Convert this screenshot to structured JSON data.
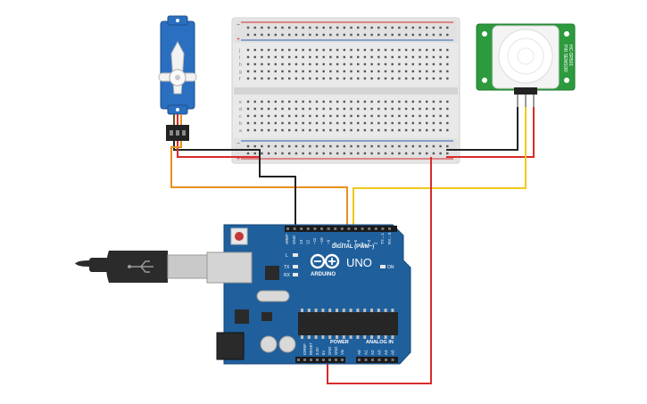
{
  "board": {
    "logo_text": "ARDUINO",
    "model": "UNO",
    "digital_label": "DIGITAL (PWM~)",
    "power_label": "POWER",
    "analog_label": "ANALOG IN",
    "on_label": "ON",
    "l_label": "L",
    "tx_label": "TX",
    "rx_label": "RX",
    "aref_label": "AREF",
    "gnd_label": "GND",
    "digital_pins": [
      "13",
      "12",
      "~11",
      "~10",
      "~9",
      "8",
      "7",
      "~6",
      "~5",
      "4",
      "~3",
      "2",
      "TX→1",
      "RX←0"
    ],
    "power_pins": [
      "IOREF",
      "RESET",
      "3.3V",
      "5V",
      "GND",
      "GND",
      "Vin"
    ],
    "analog_pins": [
      "A0",
      "A1",
      "A2",
      "A3",
      "A4",
      "A5"
    ]
  },
  "pir_sensor": {
    "label_1": "PIR SENSOR",
    "label_2": "HC-SR501"
  },
  "breadboard": {
    "row_letters_top": [
      "j",
      "i",
      "h",
      "g",
      "f"
    ],
    "row_letters_bottom": [
      "e",
      "d",
      "c",
      "b",
      "a"
    ],
    "plus": "+",
    "minus": "−"
  },
  "colors": {
    "board": "#1f5f9c",
    "wire_black": "#222222",
    "wire_red": "#d92b2b",
    "wire_orange": "#e8901c",
    "wire_yellow": "#f2c81a",
    "servo": "#2a6fc0",
    "pir_pcb": "#2e9a3e"
  }
}
